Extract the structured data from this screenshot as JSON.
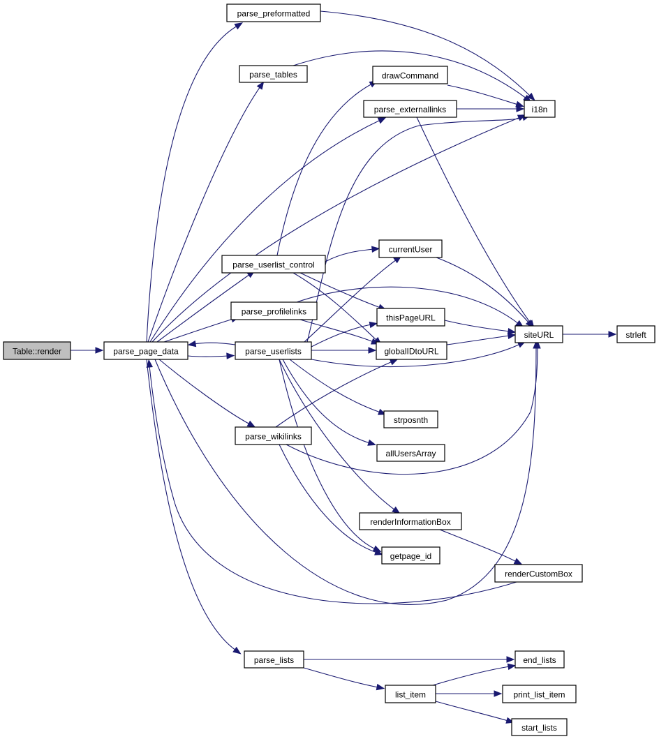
{
  "nodes": [
    {
      "id": "table_render",
      "label": "Table::render",
      "root": true
    },
    {
      "id": "parse_page_data",
      "label": "parse_page_data"
    },
    {
      "id": "parse_preformatted",
      "label": "parse_preformatted"
    },
    {
      "id": "parse_tables",
      "label": "parse_tables"
    },
    {
      "id": "drawCommand",
      "label": "drawCommand"
    },
    {
      "id": "parse_externallinks",
      "label": "parse_externallinks"
    },
    {
      "id": "i18n",
      "label": "i18n"
    },
    {
      "id": "currentUser",
      "label": "currentUser"
    },
    {
      "id": "parse_userlist_control",
      "label": "parse_userlist_control"
    },
    {
      "id": "parse_profilelinks",
      "label": "parse_profilelinks"
    },
    {
      "id": "thisPageURL",
      "label": "thisPageURL"
    },
    {
      "id": "siteURL",
      "label": "siteURL"
    },
    {
      "id": "strleft",
      "label": "strleft"
    },
    {
      "id": "parse_userlists",
      "label": "parse_userlists"
    },
    {
      "id": "globalIDtoURL",
      "label": "globalIDtoURL"
    },
    {
      "id": "strposnth",
      "label": "strposnth"
    },
    {
      "id": "parse_wikilinks",
      "label": "parse_wikilinks"
    },
    {
      "id": "allUsersArray",
      "label": "allUsersArray"
    },
    {
      "id": "renderInformationBox",
      "label": "renderInformationBox"
    },
    {
      "id": "getpage_id",
      "label": "getpage_id"
    },
    {
      "id": "renderCustomBox",
      "label": "renderCustomBox"
    },
    {
      "id": "parse_lists",
      "label": "parse_lists"
    },
    {
      "id": "end_lists",
      "label": "end_lists"
    },
    {
      "id": "list_item",
      "label": "list_item"
    },
    {
      "id": "print_list_item",
      "label": "print_list_item"
    },
    {
      "id": "start_lists",
      "label": "start_lists"
    }
  ],
  "edges": [
    [
      "table_render",
      "parse_page_data"
    ],
    [
      "parse_page_data",
      "parse_preformatted"
    ],
    [
      "parse_page_data",
      "parse_tables"
    ],
    [
      "parse_page_data",
      "parse_externallinks"
    ],
    [
      "parse_page_data",
      "i18n"
    ],
    [
      "parse_page_data",
      "parse_userlist_control"
    ],
    [
      "parse_page_data",
      "parse_profilelinks"
    ],
    [
      "parse_page_data",
      "parse_userlists"
    ],
    [
      "parse_page_data",
      "parse_wikilinks"
    ],
    [
      "parse_page_data",
      "siteURL"
    ],
    [
      "parse_page_data",
      "parse_lists"
    ],
    [
      "parse_preformatted",
      "i18n"
    ],
    [
      "parse_tables",
      "i18n"
    ],
    [
      "drawCommand",
      "i18n"
    ],
    [
      "parse_externallinks",
      "i18n"
    ],
    [
      "parse_externallinks",
      "siteURL"
    ],
    [
      "parse_userlist_control",
      "drawCommand"
    ],
    [
      "parse_userlist_control",
      "currentUser"
    ],
    [
      "parse_userlist_control",
      "thisPageURL"
    ],
    [
      "parse_userlist_control",
      "globalIDtoURL"
    ],
    [
      "parse_profilelinks",
      "siteURL"
    ],
    [
      "parse_profilelinks",
      "globalIDtoURL"
    ],
    [
      "parse_userlists",
      "parse_page_data"
    ],
    [
      "parse_userlists",
      "i18n"
    ],
    [
      "parse_userlists",
      "currentUser"
    ],
    [
      "parse_userlists",
      "thisPageURL"
    ],
    [
      "parse_userlists",
      "globalIDtoURL"
    ],
    [
      "parse_userlists",
      "siteURL"
    ],
    [
      "parse_userlists",
      "strposnth"
    ],
    [
      "parse_userlists",
      "allUsersArray"
    ],
    [
      "parse_userlists",
      "renderInformationBox"
    ],
    [
      "parse_userlists",
      "getpage_id"
    ],
    [
      "parse_wikilinks",
      "globalIDtoURL"
    ],
    [
      "parse_wikilinks",
      "siteURL"
    ],
    [
      "parse_wikilinks",
      "getpage_id"
    ],
    [
      "currentUser",
      "siteURL"
    ],
    [
      "thisPageURL",
      "siteURL"
    ],
    [
      "globalIDtoURL",
      "siteURL"
    ],
    [
      "siteURL",
      "strleft"
    ],
    [
      "renderInformationBox",
      "renderCustomBox"
    ],
    [
      "renderCustomBox",
      "parse_page_data"
    ],
    [
      "parse_lists",
      "end_lists"
    ],
    [
      "parse_lists",
      "list_item"
    ],
    [
      "list_item",
      "end_lists"
    ],
    [
      "list_item",
      "print_list_item"
    ],
    [
      "list_item",
      "start_lists"
    ]
  ],
  "colors": {
    "edge": "#191970",
    "node_fill": "#ffffff",
    "root_fill": "#bfbfbf",
    "border": "#000000"
  }
}
